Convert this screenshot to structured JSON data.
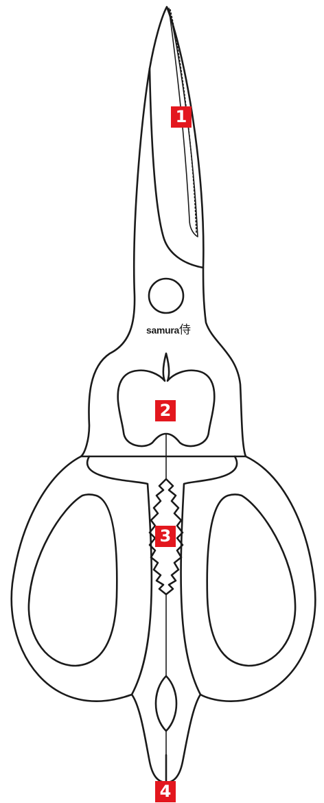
{
  "labels": {
    "badge_1": "1",
    "badge_2": "2",
    "badge_3": "3",
    "badge_4": "4"
  },
  "brand": {
    "name": "samura",
    "kanji": "侍"
  },
  "colors": {
    "badge": "#e3171e",
    "outline": "#1a1a1a",
    "background": "#ffffff"
  },
  "icons": {
    "illustration": "kitchen-scissors-outline"
  }
}
